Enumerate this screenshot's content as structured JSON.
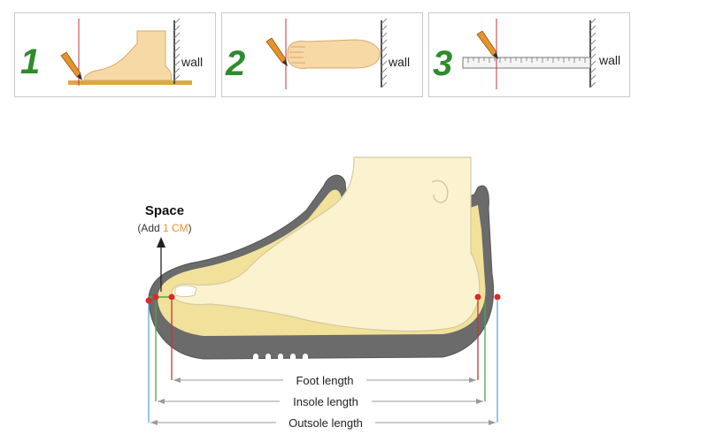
{
  "steps": [
    {
      "number": "1",
      "wall_label": "wall"
    },
    {
      "number": "2",
      "wall_label": "wall"
    },
    {
      "number": "3",
      "wall_label": "wall"
    }
  ],
  "space": {
    "title": "Space",
    "note_prefix": "(Add ",
    "note_value": "1 CM",
    "note_suffix": ")"
  },
  "measurements": {
    "foot_length": "Foot length",
    "insole_length": "Insole length",
    "outsole_length": "Outsole length"
  },
  "colors": {
    "step_number": "#2e8b2e",
    "accent_orange": "#e8922b",
    "skin": "#f7d9a6",
    "foot_light": "#fbf3cf",
    "sole_gray": "#6b6b6b",
    "line_red": "#c8323a",
    "line_green": "#48a84a",
    "line_blue": "#5aa9d6"
  }
}
